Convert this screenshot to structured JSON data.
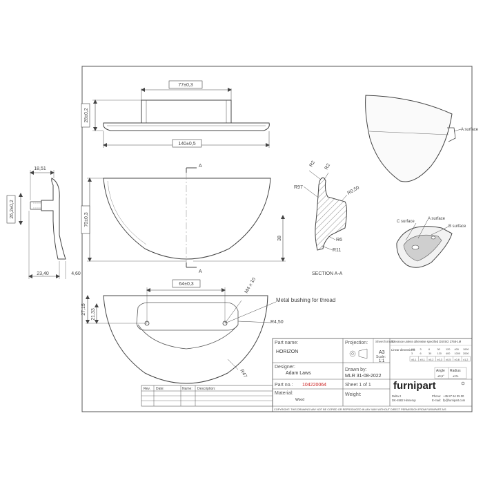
{
  "dimensions": {
    "top_width": "77±0,3",
    "top_height": "28±0,2",
    "overall_width": "140±0,5",
    "side_depth": "18,51",
    "side_height": "26,2±0,2",
    "side_bottom_a": "23,40",
    "side_bottom_b": "4,60",
    "front_height": "70±0,3",
    "front_section_height": "38",
    "section_label_top": "A",
    "section_label_bottom": "A",
    "hole_spacing": "64±0,3",
    "thread": "M4 x 10",
    "back_height_a": "27,15",
    "back_height_b": "21,33",
    "back_radius_small": "R4,50",
    "back_radius_large": "R47",
    "section_r2a": "R2",
    "section_r2b": "R2",
    "section_r97": "R97",
    "section_r050": "R0,50",
    "section_r6": "R6",
    "section_r11": "R11"
  },
  "annotations": {
    "section_title": "SECTION A-A",
    "metal_bushing": "Metal bushing for thread",
    "a_surface_top": "A surface",
    "a_surface_iso": "A surface",
    "b_surface": "B surface",
    "c_surface": "C surface"
  },
  "title_block": {
    "part_name_label": "Part name:",
    "part_name": "HORIZON",
    "projection_label": "Projection:",
    "sheet_format_label": "Sheet format:",
    "sheet_format": "A3",
    "scale_label": "Scale:",
    "scale": "1:1",
    "tolerance_note": "Tolerance unless otherwise specified DS/ISO 2768-1M",
    "linear_label": "Linear dimensions:",
    "tol_ranges": [
      "0,5",
      "3",
      "6",
      "30",
      "120",
      "400",
      "1000"
    ],
    "tol_ranges2": [
      "3",
      "6",
      "30",
      "120",
      "400",
      "1000",
      "2000"
    ],
    "tol_values": [
      "±0,1",
      "±0,1",
      "±0,2",
      "±0,3",
      "±0,5",
      "±0,8",
      "±1,2"
    ],
    "angle_label": "Angle",
    "radius_label": "Radius",
    "angle_value": "±0,5°",
    "radius_value": "±1%",
    "designer_label": "Designer:",
    "designer": "Adam Laws",
    "drawn_by_label": "Drawn by:",
    "drawn_by": "MLR 31-08-2022",
    "part_no_label": "Part no.:",
    "part_no": "104220064",
    "sheet_label": "Sheet 1 of 1",
    "material_label": "Material:",
    "material": "Wood",
    "weight_label": "Weight:",
    "brand": "furnipart",
    "address1": "Delta 2",
    "address2": "DK-4582 Hinnerup",
    "phone_label": "Phone:",
    "phone": "+45 87 64 35 00",
    "email_label": "E-mail:",
    "email": "fp@furnipart.com",
    "copyright": "COPYRIGHT: THIS DRAWING MAY NOT BE COPIED OR REPRODUCED IN ANY WAY WITHOUT DIRECT PERMISSION FROM FURNIPART A/S"
  },
  "revision_table": {
    "rev_label": "Rev.",
    "date_label": "Date:",
    "name_label": "Name:",
    "description_label": "Description:"
  }
}
